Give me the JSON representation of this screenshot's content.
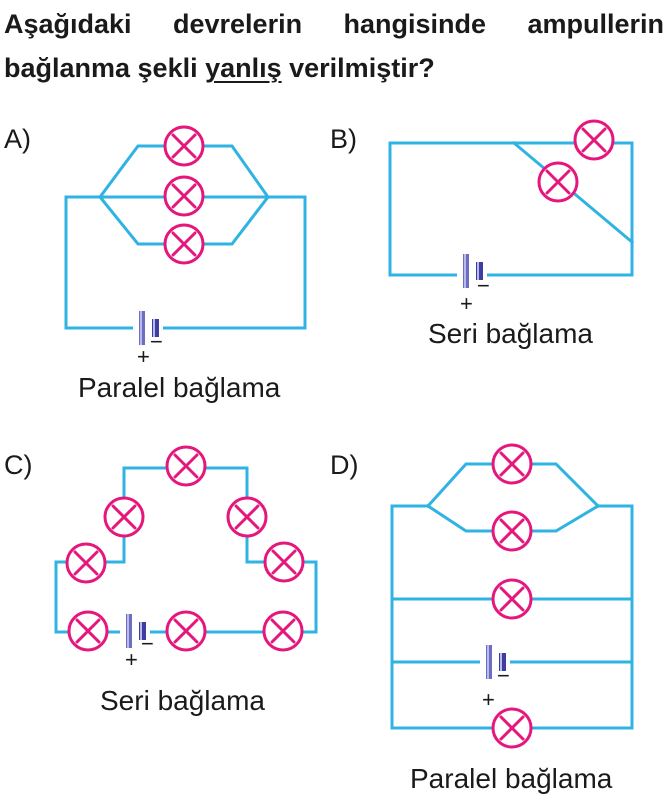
{
  "question": {
    "line1_words": [
      "Aşağıdaki",
      "devrelerin",
      "hangisinde",
      "ampullerin"
    ],
    "line2_before": "bağlanma şekli ",
    "line2_emph": "yanlış",
    "line2_after": " verilmiştir?"
  },
  "options": {
    "a": {
      "label": "A)",
      "caption": "Paralel bağlama"
    },
    "b": {
      "label": "B)",
      "caption": "Seri bağlama"
    },
    "c": {
      "label": "C)",
      "caption": "Seri bağlama"
    },
    "d": {
      "label": "D)",
      "caption": "Paralel bağlama"
    }
  },
  "battery": {
    "plus": "+",
    "minus": "−"
  },
  "colors": {
    "wire": "#2fb3e3",
    "bulb": "#e5177d",
    "battery": "#6d6ec2"
  }
}
